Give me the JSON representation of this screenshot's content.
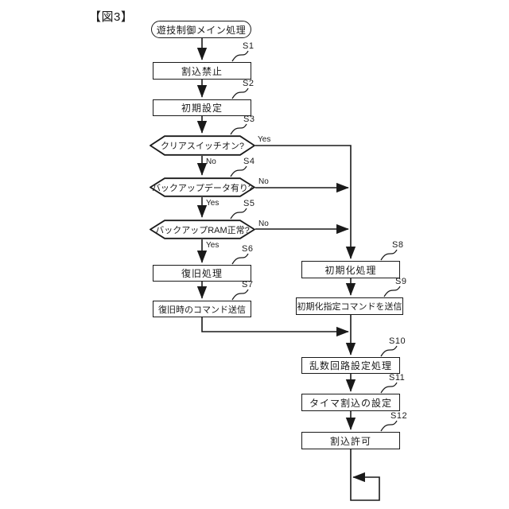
{
  "figure_label": "【図3】",
  "start": {
    "label": "遊技制御メイン処理"
  },
  "nodes": {
    "s1": {
      "id": "S1",
      "label": "割込禁止",
      "type": "process"
    },
    "s2": {
      "id": "S2",
      "label": "初期設定",
      "type": "process"
    },
    "s3": {
      "id": "S3",
      "label": "クリアスイッチオン?",
      "type": "decision"
    },
    "s4": {
      "id": "S4",
      "label": "バックアップデータ有り?",
      "type": "decision"
    },
    "s5": {
      "id": "S5",
      "label": "バックアップRAM正常?",
      "type": "decision"
    },
    "s6": {
      "id": "S6",
      "label": "復旧処理",
      "type": "process"
    },
    "s7": {
      "id": "S7",
      "label": "復旧時のコマンド送信",
      "type": "process"
    },
    "s8": {
      "id": "S8",
      "label": "初期化処理",
      "type": "process"
    },
    "s9": {
      "id": "S9",
      "label": "初期化指定コマンドを送信",
      "type": "process"
    },
    "s10": {
      "id": "S10",
      "label": "乱数回路設定処理",
      "type": "process"
    },
    "s11": {
      "id": "S11",
      "label": "タイマ割込の設定",
      "type": "process"
    },
    "s12": {
      "id": "S12",
      "label": "割込許可",
      "type": "process"
    }
  },
  "branches": {
    "s3_yes": "Yes",
    "s3_no": "No",
    "s4_no": "No",
    "s4_yes": "Yes",
    "s5_no": "No",
    "s5_yes": "Yes"
  },
  "colors": {
    "line": "#1a1a1a",
    "background": "#ffffff"
  }
}
